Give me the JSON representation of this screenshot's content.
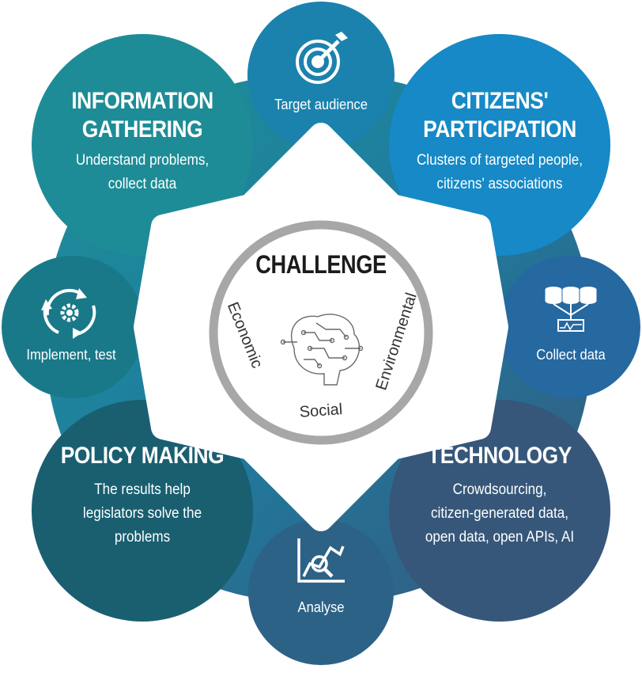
{
  "center": {
    "title": "CHALLENGE",
    "dimensions": {
      "left": "Economic",
      "bottom": "Social",
      "right": "Environmental"
    }
  },
  "nodes": {
    "information_gathering": {
      "title_line1": "INFORMATION",
      "title_line2": "GATHERING",
      "desc_line1": "Understand problems,",
      "desc_line2": "collect data",
      "color": "#1e8c96"
    },
    "citizens_participation": {
      "title_line1": "CITIZENS'",
      "title_line2": "PARTICIPATION",
      "desc_line1": "Clusters of targeted people,",
      "desc_line2": "citizens' associations",
      "color": "#1689c6"
    },
    "policy_making": {
      "title": "POLICY MAKING",
      "desc_line1": "The results help",
      "desc_line2": "legislators solve the",
      "desc_line3": "problems",
      "color": "#195f70"
    },
    "technology": {
      "title": "TECHNOLOGY",
      "desc_line1": "Crowdsourcing,",
      "desc_line2": "citizen-generated data,",
      "desc_line3": "open data, open APIs, AI",
      "color": "#36577a"
    },
    "target_audience": {
      "label": "Target audience",
      "icon": "target-icon",
      "color": "#1b82ae"
    },
    "collect_data": {
      "label": "Collect data",
      "icon": "database-icon",
      "color": "#2668a0"
    },
    "analyse": {
      "label": "Analyse",
      "icon": "analytics-chart-icon",
      "color": "#2d6287"
    },
    "implement_test": {
      "label": "Implement, test",
      "icon": "gear-cycle-icon",
      "color": "#1a7988"
    }
  },
  "colors": {
    "ring": "#a7a7a7",
    "center_fill": "#ffffff"
  }
}
